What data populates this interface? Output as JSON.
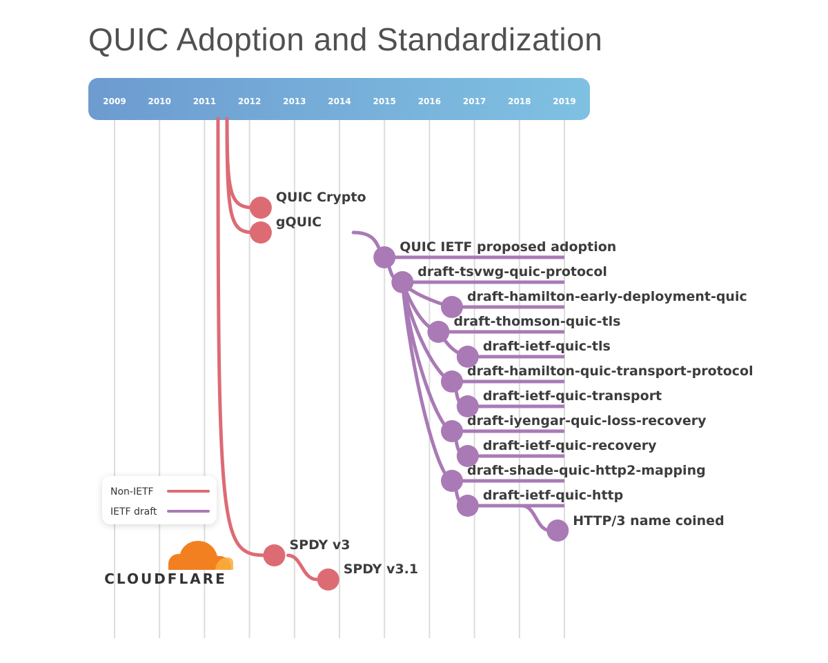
{
  "title": "QUIC Adoption and Standardization",
  "colors": {
    "non_ietf": "#dd6b74",
    "ietf": "#a97ab6",
    "bar_left": "#6d9bd0",
    "bar_right": "#7fc1e2",
    "grid": "#dcdcdc",
    "logo_orange": "#f38020"
  },
  "years": [
    "2009",
    "2010",
    "2011",
    "2012",
    "2013",
    "2014",
    "2015",
    "2016",
    "2017",
    "2018",
    "2019"
  ],
  "legend": [
    {
      "label": "Non-IETF",
      "type": "non_ietf"
    },
    {
      "label": "IETF draft",
      "type": "ietf"
    }
  ],
  "logo": {
    "text": "CLOUDFLARE",
    "icon": "cloud-icon"
  },
  "events": [
    {
      "id": "quic-crypto",
      "label": "QUIC Crypto",
      "type": "non_ietf",
      "from": "2011",
      "year": 2012.25,
      "row": 0,
      "stem": 2011.5
    },
    {
      "id": "gquic",
      "label": "gQUIC",
      "type": "non_ietf",
      "from": "2011",
      "year": 2012.25,
      "row": 1,
      "stem": 2011.5
    },
    {
      "id": "quic-ietf-proposed-adoption",
      "label": "QUIC IETF proposed adoption",
      "type": "ietf",
      "from": "gquic",
      "year": 2015.0,
      "row": 2
    },
    {
      "id": "draft-tsvwg-quic-protocol",
      "label": "draft-tsvwg-quic-protocol",
      "type": "ietf",
      "from": "quic-ietf-proposed-adoption",
      "year": 2015.4,
      "row": 3
    },
    {
      "id": "draft-hamilton-early-deployment-quic",
      "label": "draft-hamilton-early-deployment-quic",
      "type": "ietf",
      "from": "draft-tsvwg-quic-protocol",
      "year": 2016.5,
      "row": 4
    },
    {
      "id": "draft-thomson-quic-tls",
      "label": "draft-thomson-quic-tls",
      "type": "ietf",
      "from": "draft-tsvwg-quic-protocol",
      "year": 2016.2,
      "row": 5
    },
    {
      "id": "draft-ietf-quic-tls",
      "label": "draft-ietf-quic-tls",
      "type": "ietf",
      "from": "draft-thomson-quic-tls",
      "year": 2016.85,
      "row": 6
    },
    {
      "id": "draft-hamilton-quic-transport-protocol",
      "label": "draft-hamilton-quic-transport-protocol",
      "type": "ietf",
      "from": "draft-tsvwg-quic-protocol",
      "year": 2016.5,
      "row": 7
    },
    {
      "id": "draft-ietf-quic-transport",
      "label": "draft-ietf-quic-transport",
      "type": "ietf",
      "from": "draft-hamilton-quic-transport-protocol",
      "year": 2016.85,
      "row": 8
    },
    {
      "id": "draft-iyengar-quic-loss-recovery",
      "label": "draft-iyengar-quic-loss-recovery",
      "type": "ietf",
      "from": "draft-tsvwg-quic-protocol",
      "year": 2016.5,
      "row": 9
    },
    {
      "id": "draft-ietf-quic-recovery",
      "label": "draft-ietf-quic-recovery",
      "type": "ietf",
      "from": "draft-iyengar-quic-loss-recovery",
      "year": 2016.85,
      "row": 10
    },
    {
      "id": "draft-shade-quic-http2-mapping",
      "label": "draft-shade-quic-http2-mapping",
      "type": "ietf",
      "from": "draft-tsvwg-quic-protocol",
      "year": 2016.5,
      "row": 11
    },
    {
      "id": "draft-ietf-quic-http",
      "label": "draft-ietf-quic-http",
      "type": "ietf",
      "from": "draft-shade-quic-http2-mapping",
      "year": 2016.85,
      "row": 12
    },
    {
      "id": "http3-name-coined",
      "label": "HTTP/3 name coined",
      "type": "ietf",
      "from": "draft-ietf-quic-http",
      "year": 2018.85,
      "row": 13
    },
    {
      "id": "spdy-v3",
      "label": "SPDY v3",
      "type": "non_ietf",
      "from": "2011",
      "year": 2012.55,
      "row": 14,
      "stem": 2011.3
    },
    {
      "id": "spdy-v3-1",
      "label": "SPDY v3.1",
      "type": "non_ietf",
      "from": "spdy-v3",
      "year": 2013.75,
      "row": 15
    }
  ]
}
